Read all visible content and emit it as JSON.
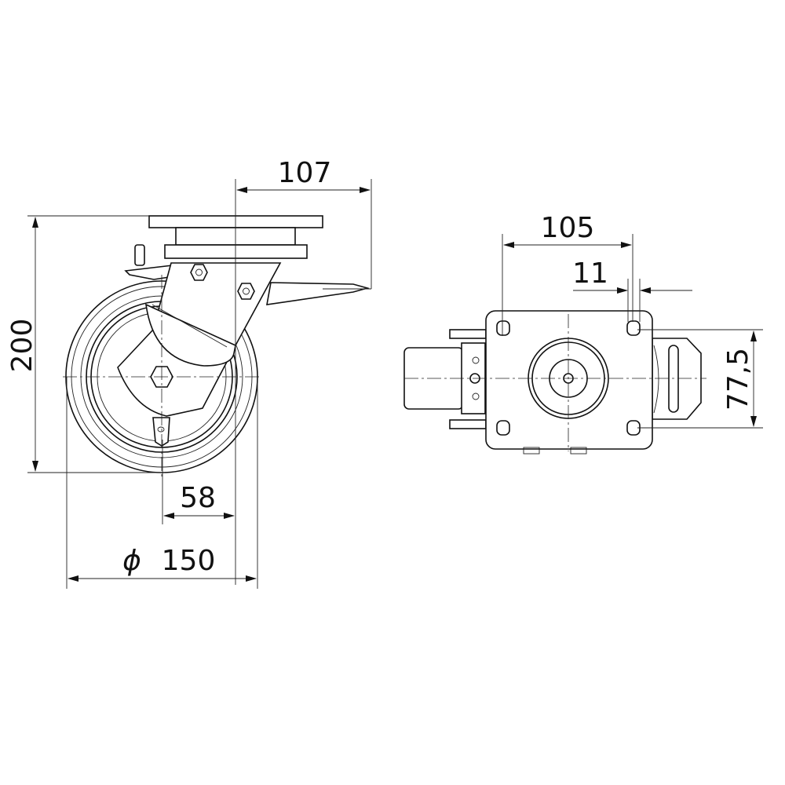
{
  "drawing": {
    "title": "Swivel caster with brake - dimension drawing",
    "side_view": {
      "height_label": "200",
      "offset_label": "107",
      "hub_offset_label": "58",
      "diameter_symbol": "ϕ",
      "diameter_label": "150"
    },
    "top_view": {
      "hole_spacing_label": "105",
      "hole_diameter_label": "11",
      "hole_spacing_y_label": "77,5"
    }
  }
}
